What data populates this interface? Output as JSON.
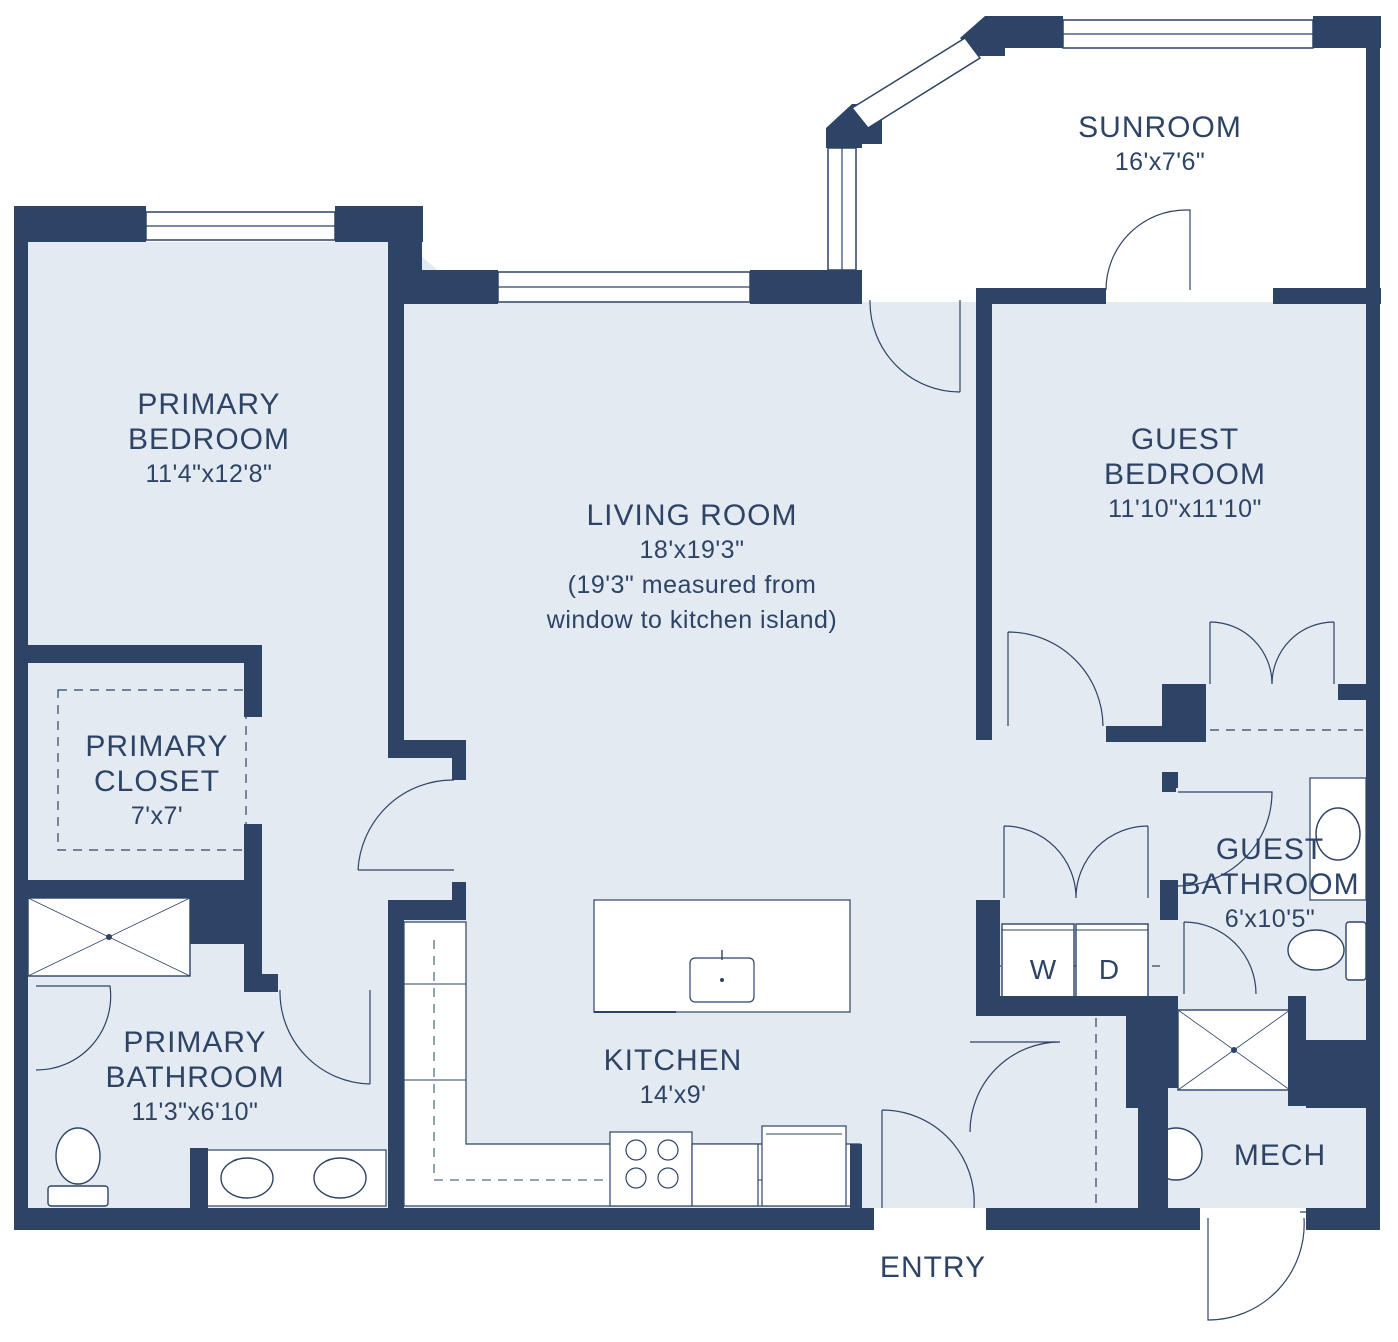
{
  "colors": {
    "wall": "#2e4466",
    "floor": "#e3eaf1",
    "line": "#2e4466",
    "background": "#ffffff"
  },
  "rooms": {
    "sunroom": {
      "name": "SUNROOM",
      "dimensions": "16'x7'6\""
    },
    "primary_bedroom": {
      "name_line1": "PRIMARY",
      "name_line2": "BEDROOM",
      "dimensions": "11'4\"x12'8\""
    },
    "living_room": {
      "name": "LIVING ROOM",
      "dimensions": "18'x19'3\"",
      "note_line1": "(19'3\" measured from",
      "note_line2": "window to kitchen island)"
    },
    "guest_bedroom": {
      "name_line1": "GUEST",
      "name_line2": "BEDROOM",
      "dimensions": "11'10\"x11'10\""
    },
    "primary_closet": {
      "name_line1": "PRIMARY",
      "name_line2": "CLOSET",
      "dimensions": "7'x7'"
    },
    "guest_bathroom": {
      "name_line1": "GUEST",
      "name_line2": "BATHROOM",
      "dimensions": "6'x10'5\""
    },
    "primary_bathroom": {
      "name_line1": "PRIMARY",
      "name_line2": "BATHROOM",
      "dimensions": "11'3\"x6'10\""
    },
    "kitchen": {
      "name": "KITCHEN",
      "dimensions": "14'x9'"
    },
    "mech": {
      "name": "MECH"
    }
  },
  "entry": {
    "label": "ENTRY"
  },
  "laundry": {
    "washer": "W",
    "dryer": "D"
  }
}
